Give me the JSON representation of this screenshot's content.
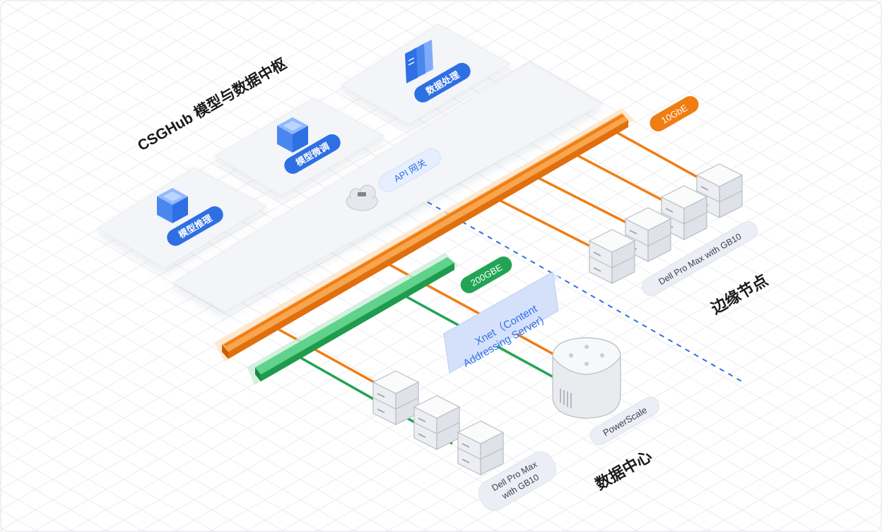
{
  "title": "CSGHub 模型与数据中枢",
  "platform": {
    "modules": {
      "inference": "模型推理",
      "finetune": "模型微调",
      "dataproc": "数据处理"
    },
    "gateway": "API 网关"
  },
  "networks": {
    "edge_link": "10GbE",
    "dc_link": "200GBE"
  },
  "xnet": {
    "line1": "Xnet（Content",
    "line2": "Addressing Server)"
  },
  "storage": {
    "label": "PowerScale"
  },
  "edge": {
    "node_label": "Dell Pro Max with GB10",
    "zone_label": "边缘节点"
  },
  "datacenter": {
    "node_label_line1": "Dell Pro Max",
    "node_label_line2": "with GB10",
    "zone_label": "数据中心"
  },
  "colors": {
    "orange": "#f07d12",
    "green": "#22a454",
    "blue": "#2f6fe4",
    "pill": "#2f6fe4"
  }
}
